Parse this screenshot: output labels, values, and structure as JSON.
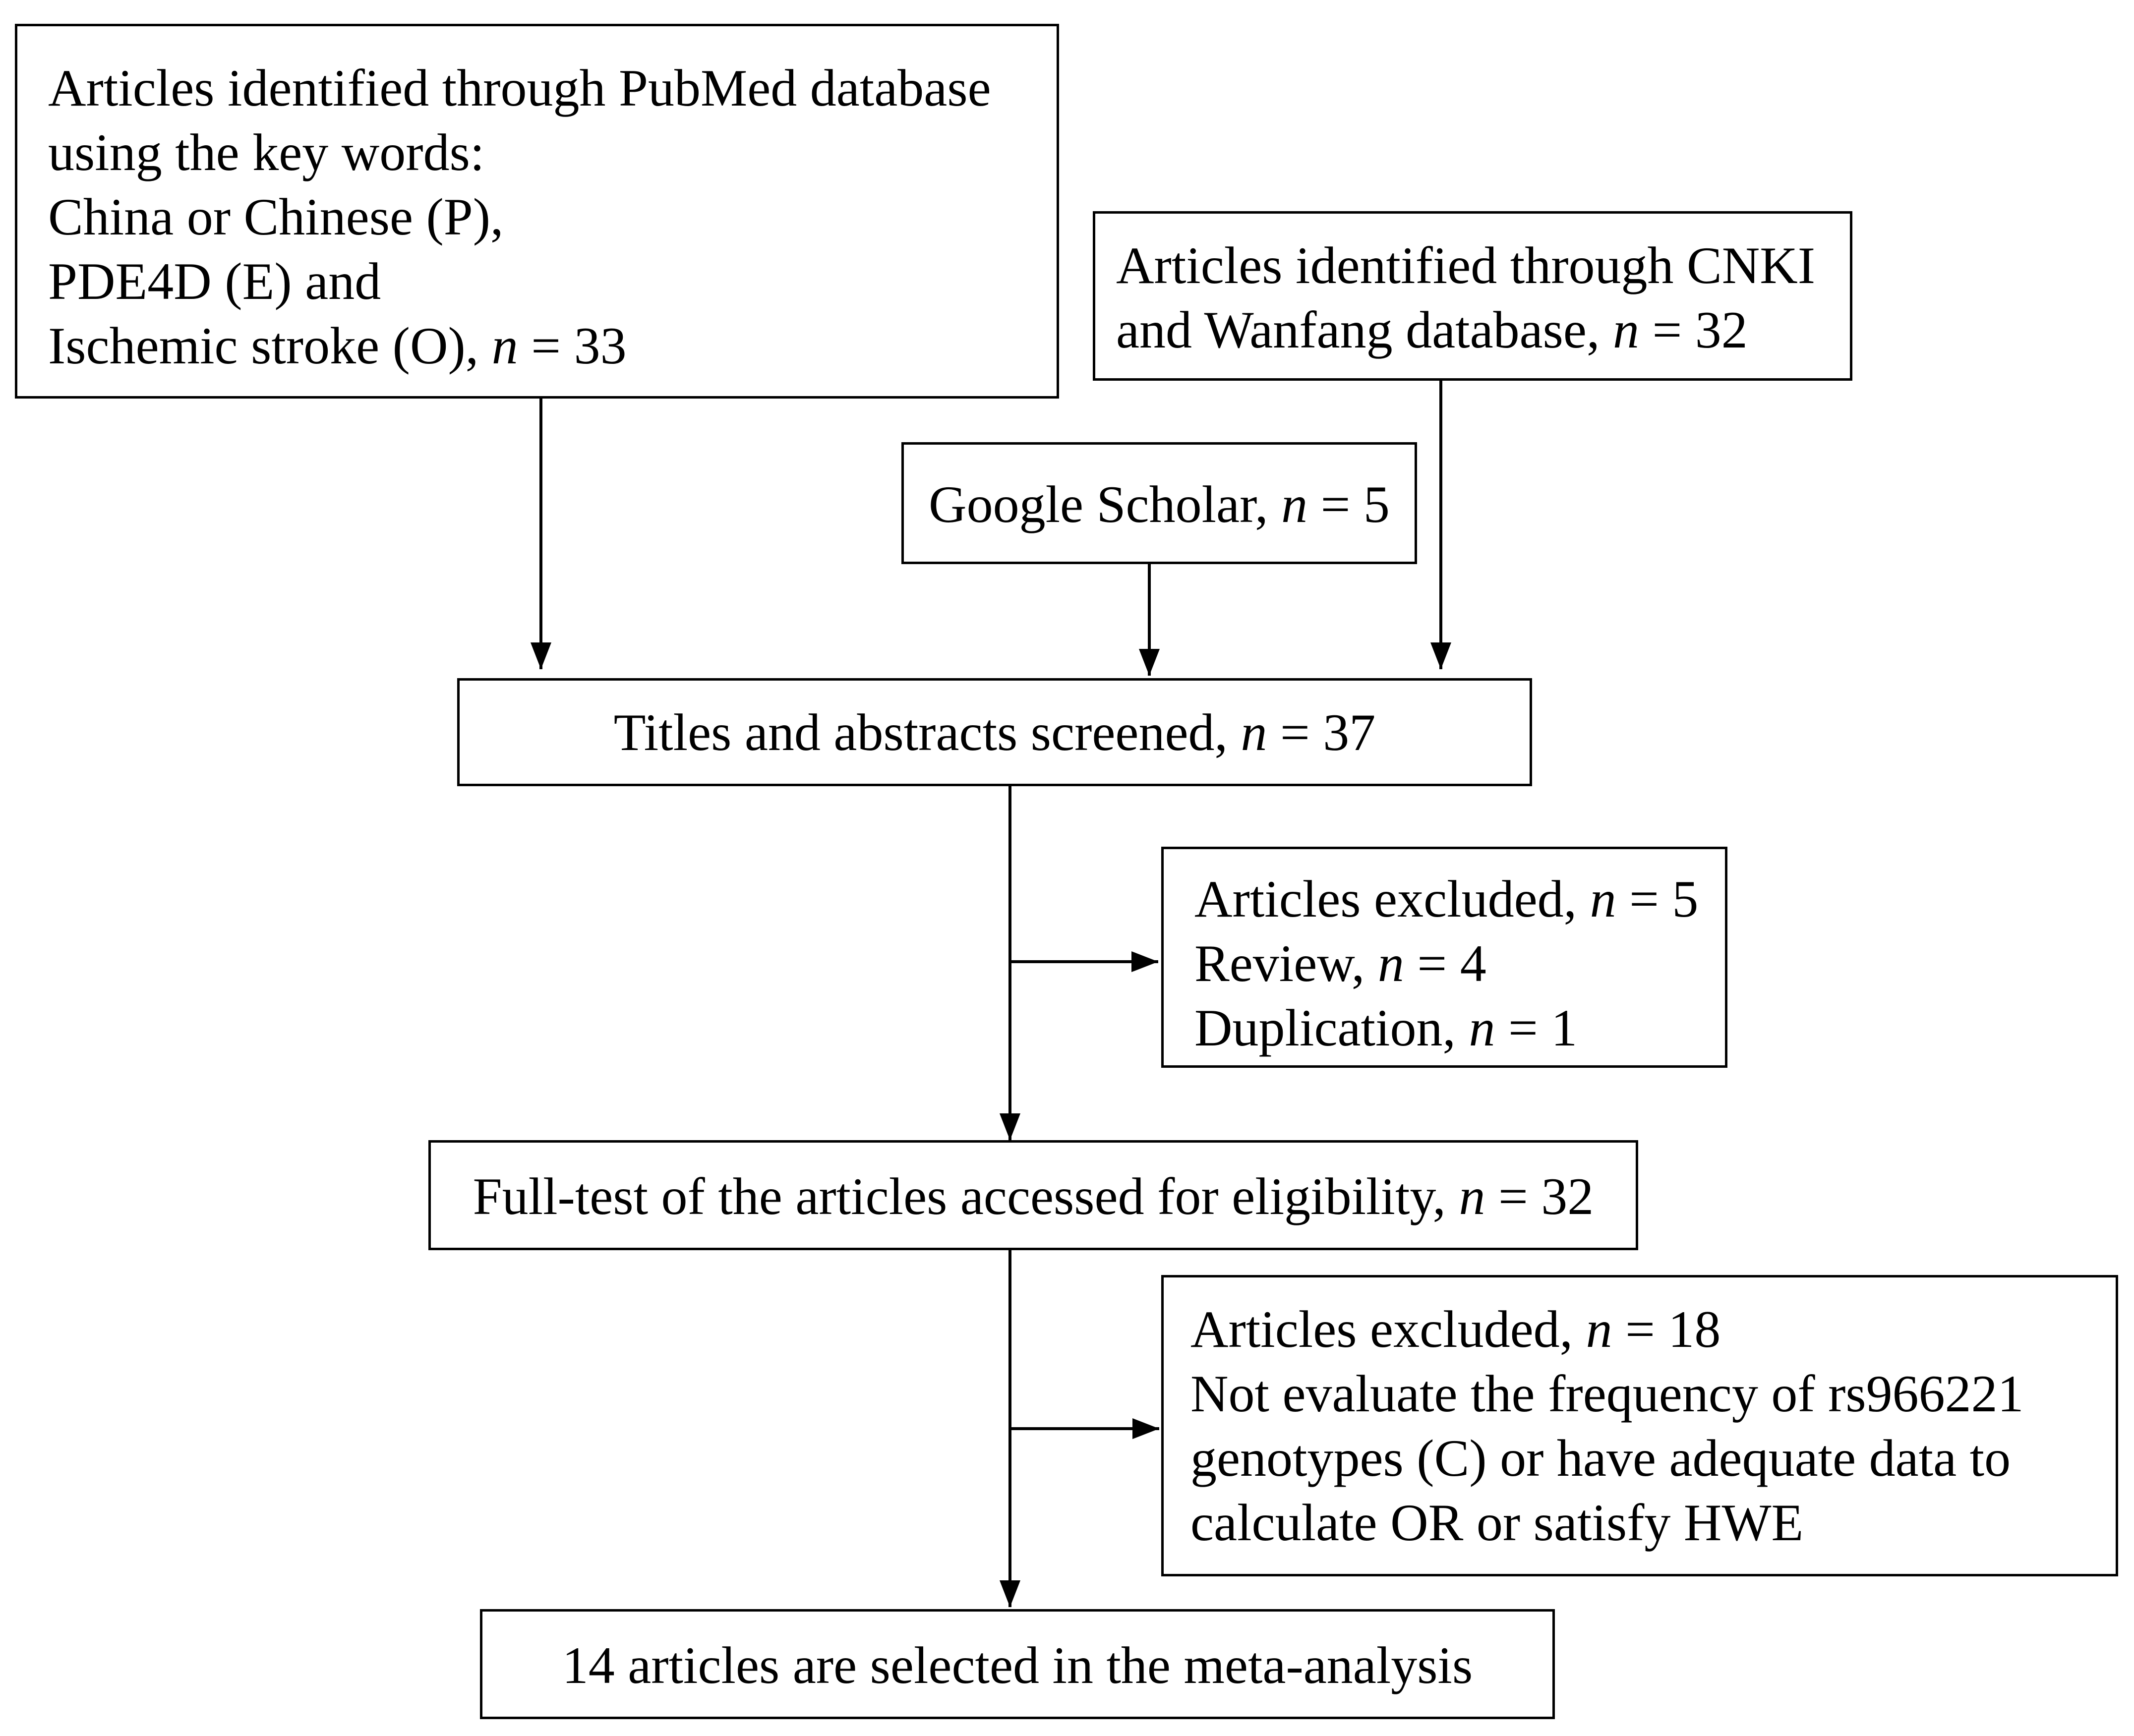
{
  "pubmed": {
    "lines": [
      "Articles identified through PubMed database",
      "using the key words:",
      "China or Chinese (P),",
      "PDE4D (E) and"
    ],
    "last_prefix": "Ischemic stroke (O), ",
    "n_label": "n",
    "n_value": " = 33"
  },
  "cnki": {
    "line1": "Articles identified through CNKI",
    "line2_prefix": "and Wanfang database, ",
    "n_label": "n",
    "n_value": " = 32"
  },
  "google": {
    "prefix": "Google Scholar, ",
    "n_label": "n",
    "n_value": " = 5"
  },
  "screened": {
    "prefix": "Titles and abstracts screened, ",
    "n_label": "n",
    "n_value": " = 37"
  },
  "excluded1": {
    "items": [
      {
        "prefix": "Articles excluded, ",
        "n_label": "n",
        "n_value": " = 5"
      },
      {
        "prefix": "Review, ",
        "n_label": "n",
        "n_value": " = 4"
      },
      {
        "prefix": "Duplication, ",
        "n_label": "n",
        "n_value": " = 1"
      }
    ]
  },
  "fulltext": {
    "prefix": "Full-test of the articles accessed for eligibility, ",
    "n_label": "n",
    "n_value": " = 32"
  },
  "excluded2": {
    "line1_prefix": "Articles excluded, ",
    "n_label": "n",
    "n_value": " = 18",
    "lines": [
      "Not evaluate the frequency of rs966221",
      "genotypes (C) or have adequate data to",
      "calculate OR or satisfy HWE"
    ]
  },
  "selected": {
    "text": "14 articles are selected in the meta-analysis"
  }
}
